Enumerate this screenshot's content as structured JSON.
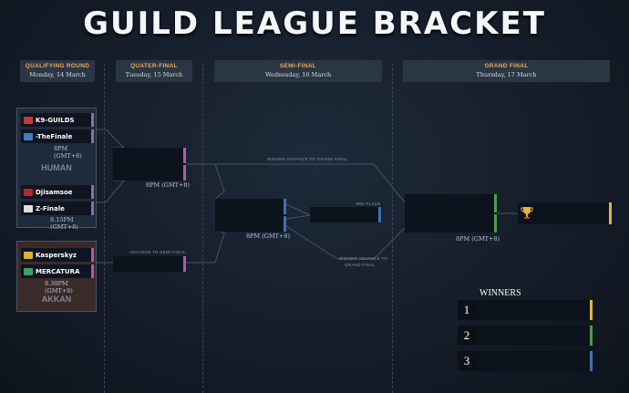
{
  "title": "GUILD LEAGUE BRACKET",
  "rounds": [
    {
      "label": "QUALIFYING ROUND",
      "date": "Monday, 14 March"
    },
    {
      "label": "QUATER-FINAL",
      "date": "Tuesday, 15 March"
    },
    {
      "label": "SEMI-FINAL",
      "date": "Wednesday, 16 March"
    },
    {
      "label": "GRAND FINAL",
      "date": "Thursday, 17 March"
    }
  ],
  "groups": [
    {
      "name": "HUMAN",
      "matches": [
        {
          "teams": [
            "K9-GUILDS",
            "-TheFinale"
          ],
          "time": "8PM (GMT+8)"
        },
        {
          "teams": [
            "Djisamsoe",
            "Z-Finale"
          ],
          "time": "8.15PM (GMT+8)"
        }
      ]
    },
    {
      "name": "AKKAN",
      "matches": [
        {
          "teams": [
            "Kasperskyz",
            "MERCATURA"
          ],
          "time": "8.30PM (GMT+8)"
        }
      ]
    }
  ],
  "quarter_final": {
    "time": "8PM (GMT+8)",
    "note": "ADVANCE TO SEMI-FINAL"
  },
  "semi_final": {
    "time": "8PM (GMT+8)",
    "note_top": "WINNER ADVANCE TO GRAND FINAL",
    "note_bottom_1": "WINNER ADVANCE TO",
    "note_bottom_2": "GRAND FINAL",
    "third_place": "3RD PLACE"
  },
  "grand_final": {
    "time": "8PM (GMT+8)"
  },
  "winners": {
    "heading": "WINNERS",
    "places": [
      "1",
      "2",
      "3"
    ]
  },
  "colors": {
    "accent_orange": "#e8a85a",
    "purple": "#8a6fa8",
    "pink": "#b05ca8",
    "blue": "#3f6fb5",
    "green": "#4f9a4c",
    "gold": "#e8b040",
    "human_bg": "#1f2b3a",
    "akkan_bg": "#3b2a2a"
  }
}
